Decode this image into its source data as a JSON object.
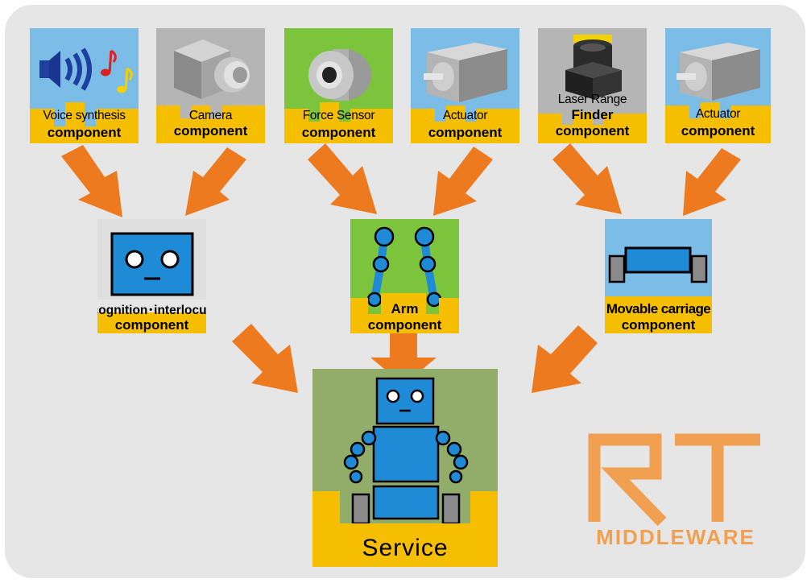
{
  "sensors": [
    {
      "line1": "Voice synthesis",
      "line2": "component",
      "icon": "speaker-icon"
    },
    {
      "line1": "Camera",
      "line2": "component",
      "icon": "camera-icon"
    },
    {
      "line1": "Force Sensor",
      "line2": "component",
      "icon": "force-sensor-icon"
    },
    {
      "line1": "Actuator",
      "line2": "component",
      "icon": "motor-icon"
    },
    {
      "line1": "Laser Range",
      "line1b": "Finder",
      "line2": "component",
      "icon": "laser-range-finder-icon"
    },
    {
      "line1": "Actuator",
      "line2": "component",
      "icon": "motor-icon"
    }
  ],
  "composites": [
    {
      "line1": "recognition･interlocution",
      "line2": "component",
      "icon": "robot-face-icon"
    },
    {
      "line1": "Arm",
      "line2": "component",
      "icon": "robot-arms-icon"
    },
    {
      "line1": "Movable carriage",
      "line2": "component",
      "icon": "carriage-icon"
    }
  ],
  "service": {
    "label": "Service",
    "icon": "robot-icon"
  },
  "logo": {
    "big": "RT",
    "small": "MIDDLEWARE"
  },
  "colors": {
    "background": "#e6e6e6",
    "arrow": "#ee7a1f",
    "label_band": "#f5bf00",
    "sky": "#7cbde8",
    "robot_blue": "#1f8ad6",
    "logo_orange": "#f0a050",
    "service_green": "#92ad6a"
  }
}
